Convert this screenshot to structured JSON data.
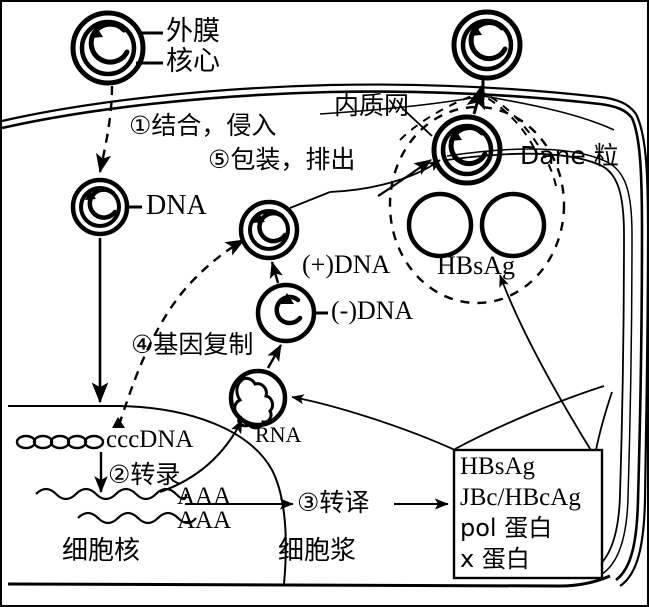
{
  "diagram": {
    "title_absent": true,
    "labels": {
      "outer_membrane": "外膜",
      "core": "核心",
      "step1": "①结合，侵入",
      "step5": "⑤包装，排出",
      "er": "内质网",
      "dane_particle": "Dane 粒",
      "dna": "DNA",
      "plus_dna": "(+)DNA",
      "minus_dna": "(-)DNA",
      "hbsag_circles": "HBsAg",
      "step4": "④基因复制",
      "rna": "RNA",
      "cccdna": "cccDNA",
      "step2": "②转录",
      "aaa_1": "AAA",
      "aaa_2": "AAA",
      "nucleus": "细胞核",
      "step3": "③转译",
      "cytoplasm": "细胞浆"
    },
    "protein_box": {
      "items": [
        "HBsAg",
        "JBc/HBcAg",
        "pol 蛋白",
        "x 蛋白"
      ]
    },
    "colors": {
      "ink": "#000000",
      "background": "#ffffff"
    }
  }
}
